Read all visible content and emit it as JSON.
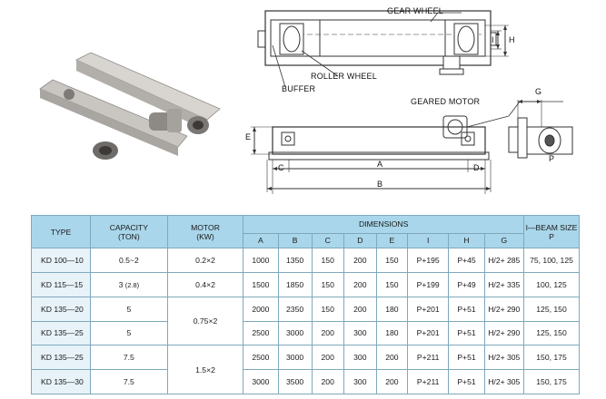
{
  "labels": {
    "gear_wheel": "GEAR WHEEL",
    "roller_wheel": "ROLLER WHEEL",
    "buffer": "BUFFER",
    "geared_motor": "GEARED MOTOR"
  },
  "dims": {
    "I": "I",
    "H": "H",
    "G": "G",
    "E": "E",
    "A": "A",
    "B": "B",
    "C": "C",
    "D": "D",
    "P": "P"
  },
  "table": {
    "headers": {
      "type": "TYPE",
      "capacity": "CAPACITY",
      "capacity_unit": "(TON)",
      "motor": "MOTOR",
      "motor_unit": "(KW)",
      "dimensions": "DIMENSIONS",
      "ibeam": "I—BEAM SIZE",
      "ibeam_sub": "P",
      "cols": [
        "A",
        "B",
        "C",
        "D",
        "E",
        "I",
        "H",
        "G"
      ]
    },
    "rows": [
      {
        "type": "KD 100—10",
        "capacity": "0.5~2",
        "motor": "0.2×2",
        "a": "1000",
        "b": "1350",
        "c": "150",
        "d": "200",
        "e": "150",
        "i": "P+195",
        "h": "P+45",
        "g": "H/2+ 285",
        "p": "75, 100, 125"
      },
      {
        "type": "KD 115—15",
        "capacity": "3",
        "capacity_note": "(2.8)",
        "motor": "0.4×2",
        "a": "1500",
        "b": "1850",
        "c": "150",
        "d": "200",
        "e": "150",
        "i": "P+199",
        "h": "P+49",
        "g": "H/2+ 335",
        "p": "100, 125"
      },
      {
        "type": "KD 135—20",
        "capacity": "5",
        "a": "2000",
        "b": "2350",
        "c": "150",
        "d": "200",
        "e": "180",
        "i": "P+201",
        "h": "P+51",
        "g": "H/2+ 290",
        "p": "125, 150"
      },
      {
        "type": "KD 135—25",
        "capacity": "5",
        "a": "2500",
        "b": "3000",
        "c": "200",
        "d": "300",
        "e": "180",
        "i": "P+201",
        "h": "P+51",
        "g": "H/2+ 290",
        "p": "125, 150"
      },
      {
        "type": "KD 135—25",
        "capacity": "7.5",
        "a": "2500",
        "b": "3000",
        "c": "200",
        "d": "300",
        "e": "200",
        "i": "P+211",
        "h": "P+51",
        "g": "H/2+ 305",
        "p": "150, 175"
      },
      {
        "type": "KD 135—30",
        "capacity": "7.5",
        "a": "3000",
        "b": "3500",
        "c": "200",
        "d": "300",
        "e": "200",
        "i": "P+211",
        "h": "P+51",
        "g": "H/2+ 305",
        "p": "150, 175"
      }
    ],
    "motor_merged_1": "0.75×2",
    "motor_merged_2": "1.5×2"
  },
  "colors": {
    "header_bg": "#a9d6ea",
    "type_bg": "#e7f3f9",
    "border": "#7fa8bd"
  }
}
